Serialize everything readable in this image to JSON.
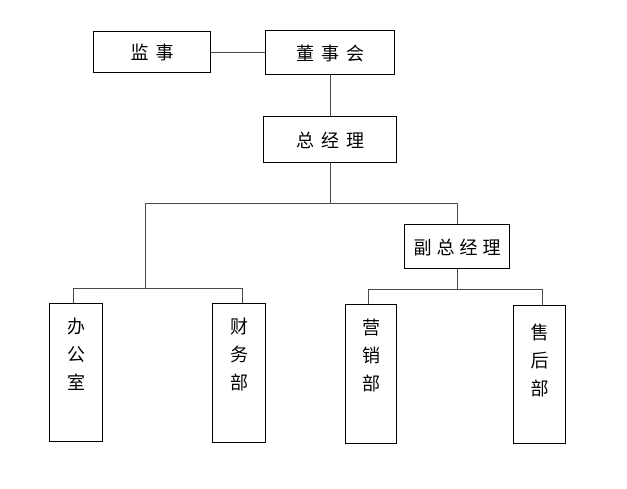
{
  "diagram": {
    "type": "org-chart",
    "background_color": "#ffffff",
    "box_border_color": "#000000",
    "connector_color": "#4a4a4a",
    "nodes": {
      "supervisor": {
        "label": "监事",
        "orientation": "horizontal"
      },
      "board": {
        "label": "董事会",
        "orientation": "horizontal"
      },
      "gm": {
        "label": "总经理",
        "orientation": "horizontal"
      },
      "deputy_gm": {
        "label": "副总经理",
        "orientation": "horizontal"
      },
      "office": {
        "label": "办公室",
        "orientation": "vertical"
      },
      "finance": {
        "label": "财务部",
        "orientation": "vertical"
      },
      "marketing": {
        "label": "营销部",
        "orientation": "vertical"
      },
      "after_sales": {
        "label": "售后部",
        "orientation": "vertical"
      }
    },
    "edges": [
      {
        "from": "监事",
        "to": "董事会"
      },
      {
        "from": "董事会",
        "to": "总经理"
      },
      {
        "from": "总经理",
        "to": "办公室"
      },
      {
        "from": "总经理",
        "to": "财务部"
      },
      {
        "from": "总经理",
        "to": "副总经理"
      },
      {
        "from": "副总经理",
        "to": "营销部"
      },
      {
        "from": "副总经理",
        "to": "售后部"
      }
    ]
  }
}
